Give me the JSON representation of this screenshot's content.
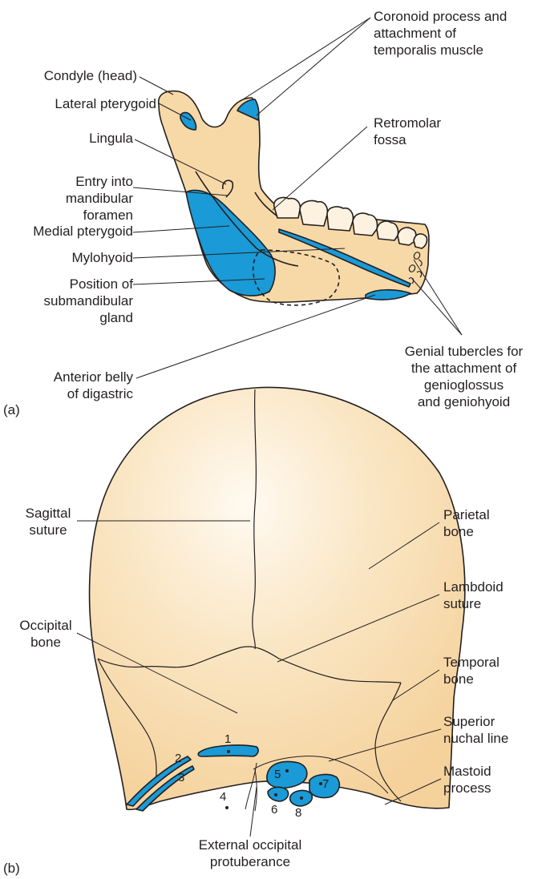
{
  "panels": {
    "a": "(a)",
    "b": "(b)"
  },
  "mandible_labels": {
    "coronoid": [
      "Coronoid process and",
      "attachment of",
      "temporalis muscle"
    ],
    "condyle": "Condyle (head)",
    "lateral_pterygoid": "Lateral pterygoid",
    "retromolar": [
      "Retromolar",
      "fossa"
    ],
    "lingula": "Lingula",
    "entry": [
      "Entry into",
      "mandibular",
      "foramen"
    ],
    "medial_pterygoid": "Medial pterygoid",
    "mylohyoid": "Mylohyoid",
    "submandibular": [
      "Position of",
      "submandibular",
      "gland"
    ],
    "genial": [
      "Genial tubercles for",
      "the attachment of",
      "genioglossus",
      "and geniohyoid"
    ],
    "digastric": [
      "Anterior belly",
      "of digastric"
    ]
  },
  "skull_labels": {
    "sagittal": [
      "Sagittal",
      "suture"
    ],
    "parietal": [
      "Parietal",
      "bone"
    ],
    "lambdoid": [
      "Lambdoid",
      "suture"
    ],
    "occipital": [
      "Occipital",
      "bone"
    ],
    "temporal": [
      "Temporal",
      "bone"
    ],
    "superior_nuchal": [
      "Superior",
      "nuchal line"
    ],
    "mastoid": [
      "Mastoid",
      "process"
    ],
    "eop": [
      "External occipital",
      "protuberance"
    ]
  },
  "numbers": [
    "1",
    "2",
    "3",
    "4",
    "5",
    "6",
    "7",
    "8"
  ],
  "colors": {
    "bone": "#f7d9a8",
    "bone_light": "#fdf2df",
    "muscle": "#1a9ad6",
    "line": "#231f20"
  }
}
